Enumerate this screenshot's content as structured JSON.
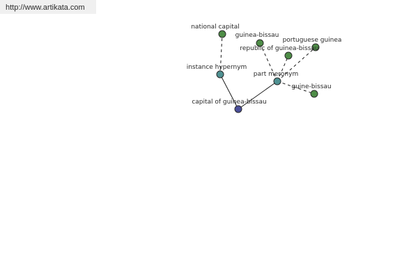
{
  "header": {
    "url": "http://www.artikata.com"
  },
  "colors": {
    "center": "#4b4f9a",
    "relation": "#4f9192",
    "leaf": "#4e8d47"
  },
  "graph": {
    "center": {
      "label": "capital of guinea-bissau",
      "kind": "center"
    },
    "relations": [
      {
        "id": "instance",
        "label": "instance hypernym",
        "kind": "relation"
      },
      {
        "id": "part",
        "label": "part meronym",
        "kind": "relation"
      }
    ],
    "leaves": [
      {
        "label": "national capital",
        "parent": "instance"
      },
      {
        "label": "guinea-bissau",
        "parent": "part"
      },
      {
        "label": "republic of guinea-bissau",
        "parent": "part"
      },
      {
        "label": "portuguese guinea",
        "parent": "part"
      },
      {
        "label": "guine-bissau",
        "parent": "part"
      }
    ]
  }
}
